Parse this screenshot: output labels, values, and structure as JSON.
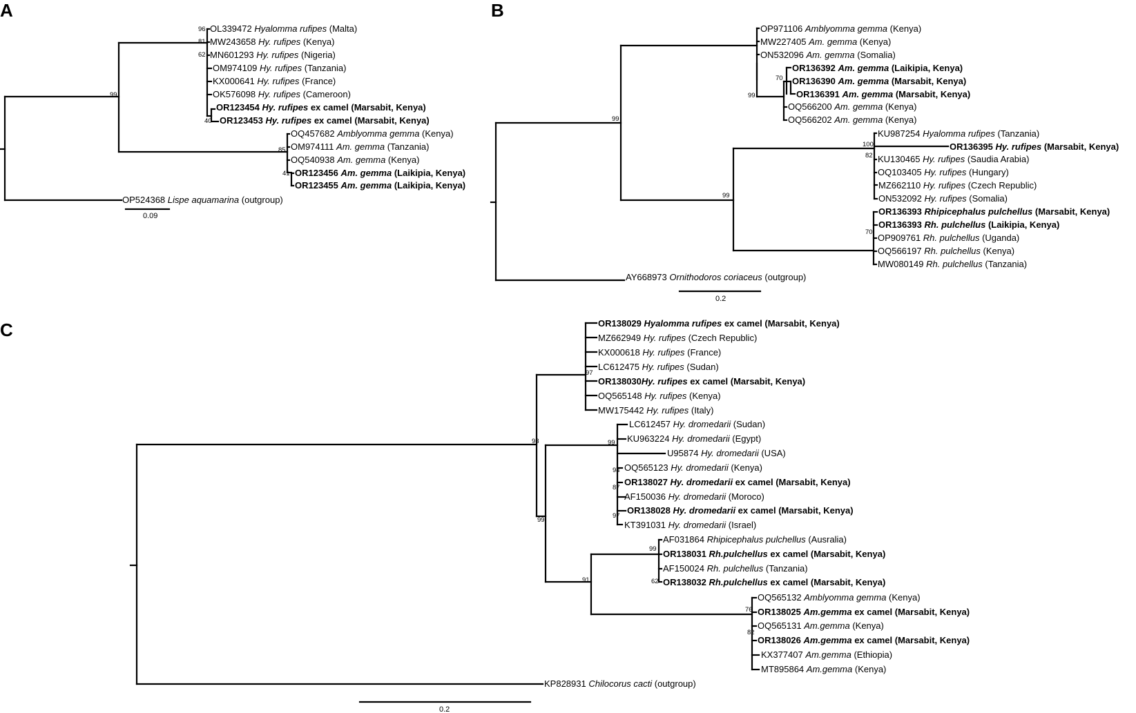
{
  "figure": {
    "panels": [
      {
        "id": "A",
        "label": "A",
        "scale_label": "0.09",
        "taxa": [
          {
            "accession": "OL339472",
            "species": "Hyalomma rufipes",
            "suffix": " (Malta)",
            "bold": false
          },
          {
            "accession": "MW243658",
            "species": "Hy. rufipes",
            "suffix": " (Kenya)",
            "bold": false
          },
          {
            "accession": "MN601293",
            "species": "Hy. rufipes",
            "suffix": " (Nigeria)",
            "bold": false
          },
          {
            "accession": "OM974109",
            "species": "Hy. rufipes",
            "suffix": " (Tanzania)",
            "bold": false
          },
          {
            "accession": "KX000641",
            "species": "Hy. rufipes",
            "suffix": " (France)",
            "bold": false
          },
          {
            "accession": "OK576098",
            "species": "Hy. rufipes",
            "suffix": " (Cameroon)",
            "bold": false
          },
          {
            "accession": "OR123454",
            "species": "Hy. rufipes",
            "suffix": " ex camel (Marsabit, Kenya)",
            "bold": true
          },
          {
            "accession": "OR123453",
            "species": "Hy. rufipes",
            "suffix": " ex camel (Marsabit, Kenya)",
            "bold": true
          },
          {
            "accession": "OQ457682",
            "species": "Amblyomma gemma",
            "suffix": " (Kenya)",
            "bold": false
          },
          {
            "accession": "OM974111",
            "species": "Am. gemma",
            "suffix": " (Tanzania)",
            "bold": false
          },
          {
            "accession": "OQ540938",
            "species": "Am. gemma",
            "suffix": " (Kenya)",
            "bold": false
          },
          {
            "accession": "OR123456",
            "species": "Am. gemma",
            "suffix": " (Laikipia, Kenya)",
            "bold": true
          },
          {
            "accession": "OR123455",
            "species": "Am. gemma",
            "suffix": " (Laikipia, Kenya)",
            "bold": true
          },
          {
            "accession": "OP524368",
            "species": "Lispe aquamarina",
            "suffix": " (outgroup)",
            "bold": false
          }
        ],
        "support_values": [
          "96",
          "81",
          "62",
          "99",
          "40",
          "85",
          "41"
        ]
      },
      {
        "id": "B",
        "label": "B",
        "scale_label": "0.2",
        "taxa": [
          {
            "accession": "OP971106",
            "species": "Amblyomma gemma",
            "suffix": " (Kenya)",
            "bold": false
          },
          {
            "accession": "MW227405",
            "species": "Am. gemma",
            "suffix": " (Kenya)",
            "bold": false
          },
          {
            "accession": "ON532096",
            "species": "Am. gemma",
            "suffix": " (Somalia)",
            "bold": false
          },
          {
            "accession": "OR136392",
            "species": "Am. gemma",
            "suffix": " (Laikipia, Kenya)",
            "bold": true
          },
          {
            "accession": "OR136390",
            "species": "Am. gemma",
            "suffix": " (Marsabit, Kenya)",
            "bold": true
          },
          {
            "accession": "OR136391",
            "species": "Am. gemma",
            "suffix": " (Marsabit, Kenya)",
            "bold": true
          },
          {
            "accession": "OQ566200",
            "species": "Am. gemma",
            "suffix": " (Kenya)",
            "bold": false
          },
          {
            "accession": "OQ566202",
            "species": "Am. gemma",
            "suffix": " (Kenya)",
            "bold": false
          },
          {
            "accession": "KU987254",
            "species": "Hyalomma rufipes",
            "suffix": " (Tanzania)",
            "bold": false
          },
          {
            "accession": "OR136395",
            "species": "Hy. rufipes",
            "suffix": " (Marsabit, Kenya)",
            "bold": true
          },
          {
            "accession": "KU130465",
            "species": "Hy. rufipes",
            "suffix": " (Saudia Arabia)",
            "bold": false
          },
          {
            "accession": "OQ103405",
            "species": "Hy. rufipes",
            "suffix": " (Hungary)",
            "bold": false
          },
          {
            "accession": "MZ662110",
            "species": "Hy. rufipes",
            "suffix": " (Czech Republic)",
            "bold": false
          },
          {
            "accession": "ON532092",
            "species": "Hy. rufipes",
            "suffix": " (Somalia)",
            "bold": false
          },
          {
            "accession": "OR136393",
            "species": "Rhipicephalus pulchellus",
            "suffix": " (Marsabit, Kenya)",
            "bold": true
          },
          {
            "accession": "OR136393",
            "species": "Rh. pulchellus",
            "suffix": " (Laikipia, Kenya)",
            "bold": true
          },
          {
            "accession": "OP909761",
            "species": "Rh. pulchellus",
            "suffix": " (Uganda)",
            "bold": false
          },
          {
            "accession": "OQ566197",
            "species": "Rh. pulchellus",
            "suffix": " (Kenya)",
            "bold": false
          },
          {
            "accession": "MW080149",
            "species": "Rh. pulchellus",
            "suffix": " (Tanzania)",
            "bold": false
          },
          {
            "accession": "AY668973",
            "species": "Ornithodoros coriaceus",
            "suffix": " (outgroup)",
            "bold": false
          }
        ],
        "support_values": [
          "70",
          "99",
          "99",
          "100",
          "82",
          "99",
          "70"
        ]
      },
      {
        "id": "C",
        "label": "C",
        "scale_label": "0.2",
        "taxa": [
          {
            "accession": "OR138029",
            "species": "Hyalomma rufipes",
            "suffix": " ex camel (Marsabit, Kenya)",
            "bold": true
          },
          {
            "accession": "MZ662949",
            "species": "Hy. rufipes",
            "suffix": " (Czech Republic)",
            "bold": false
          },
          {
            "accession": "KX000618",
            "species": "Hy. rufipes",
            "suffix": " (France)",
            "bold": false
          },
          {
            "accession": "LC612475",
            "species": "Hy. rufipes",
            "suffix": " (Sudan)",
            "bold": false
          },
          {
            "accession": "OR138030",
            "species": "Hy. rufipes",
            "suffix": " ex camel (Marsabit, Kenya)",
            "bold": true,
            "nospace": true
          },
          {
            "accession": "OQ565148",
            "species": "Hy. rufipes",
            "suffix": " (Kenya)",
            "bold": false
          },
          {
            "accession": "MW175442",
            "species": "Hy. rufipes",
            "suffix": " (Italy)",
            "bold": false
          },
          {
            "accession": "LC612457",
            "species": "Hy. dromedarii",
            "suffix": " (Sudan)",
            "bold": false
          },
          {
            "accession": "KU963224",
            "species": "Hy. dromedarii",
            "suffix": " (Egypt)",
            "bold": false
          },
          {
            "accession": "U95874",
            "species": "Hy. dromedarii",
            "suffix": " (USA)",
            "bold": false
          },
          {
            "accession": "OQ565123",
            "species": "Hy. dromedarii",
            "suffix": " (Kenya)",
            "bold": false
          },
          {
            "accession": "OR138027",
            "species": "Hy. dromedarii",
            "suffix": " ex camel (Marsabit, Kenya)",
            "bold": true
          },
          {
            "accession": "AF150036",
            "species": "Hy. dromedarii",
            "suffix": " (Moroco)",
            "bold": false
          },
          {
            "accession": "OR138028",
            "species": "Hy. dromedarii",
            "suffix": " ex camel (Marsabit, Kenya)",
            "bold": true
          },
          {
            "accession": "KT391031",
            "species": "Hy. dromedarii",
            "suffix": " (Israel)",
            "bold": false
          },
          {
            "accession": "AF031864",
            "species": "Rhipicephalus pulchellus",
            "suffix": " (Ausralia)",
            "bold": false
          },
          {
            "accession": "OR138031",
            "species": "Rh.pulchellus",
            "suffix": " ex camel (Marsabit, Kenya)",
            "bold": true
          },
          {
            "accession": "AF150024",
            "species": "Rh. pulchellus",
            "suffix": " (Tanzania)",
            "bold": false
          },
          {
            "accession": "OR138032",
            "species": "Rh.pulchellus",
            "suffix": " ex camel (Marsabit, Kenya)",
            "bold": true
          },
          {
            "accession": "OQ565132",
            "species": "Amblyomma gemma",
            "suffix": " (Kenya)",
            "bold": false
          },
          {
            "accession": "OR138025",
            "species": "Am.gemma",
            "suffix": " ex camel (Marsabit, Kenya)",
            "bold": true
          },
          {
            "accession": "OQ565131",
            "species": "Am.gemma",
            "suffix": " (Kenya)",
            "bold": false
          },
          {
            "accession": "OR138026",
            "species": "Am.gemma",
            "suffix": " ex camel (Marsabit, Kenya)",
            "bold": true
          },
          {
            "accession": "KX377407",
            "species": "Am.gemma",
            "suffix": " (Ethiopia)",
            "bold": false
          },
          {
            "accession": "MT895864",
            "species": "Am.gemma",
            "suffix": " (Kenya)",
            "bold": false
          },
          {
            "accession": "KP828931",
            "species": "Chilocorus cacti",
            "suffix": " (outgroup)",
            "bold": false
          }
        ],
        "support_values": [
          "97",
          "93",
          "99",
          "94",
          "87",
          "97",
          "99",
          "99",
          "62",
          "91",
          "76",
          "82"
        ]
      }
    ]
  }
}
